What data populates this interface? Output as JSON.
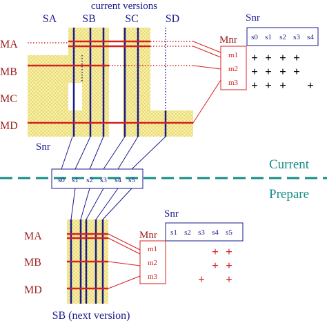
{
  "colors": {
    "navy": "#1a1a8c",
    "red": "#d42020",
    "maroon": "#9b1c1c",
    "teal": "#138c84",
    "yellow": "#fbf3a3",
    "hatch": "#d9c86a",
    "black": "#000000"
  },
  "top": {
    "title": "current versions",
    "columns": [
      "SA",
      "SB",
      "SC",
      "SD"
    ],
    "rows": [
      "MA",
      "MB",
      "MC",
      "MD"
    ],
    "snr_label": "Snr"
  },
  "top_table": {
    "snr_label": "Snr",
    "mnr_label": "Mnr",
    "s_headers": [
      "s0",
      "s1",
      "s2",
      "s3",
      "s4"
    ],
    "m_rows": [
      "m1",
      "m2",
      "m3"
    ],
    "plus": "+"
  },
  "middle": {
    "current": "Current",
    "prepare": "Prepare",
    "s_list": [
      "s0",
      "s1",
      "s2",
      "s3",
      "s4",
      "s5"
    ]
  },
  "bottom": {
    "rows": [
      "MA",
      "MB",
      "MD"
    ],
    "caption": "SB (next version)",
    "snr_label": "Snr",
    "mnr_label": "Mnr",
    "s_headers": [
      "s1",
      "s2",
      "s3",
      "s4",
      "s5"
    ],
    "m_rows": [
      "m1",
      "m2",
      "m3"
    ],
    "plus": "+"
  }
}
